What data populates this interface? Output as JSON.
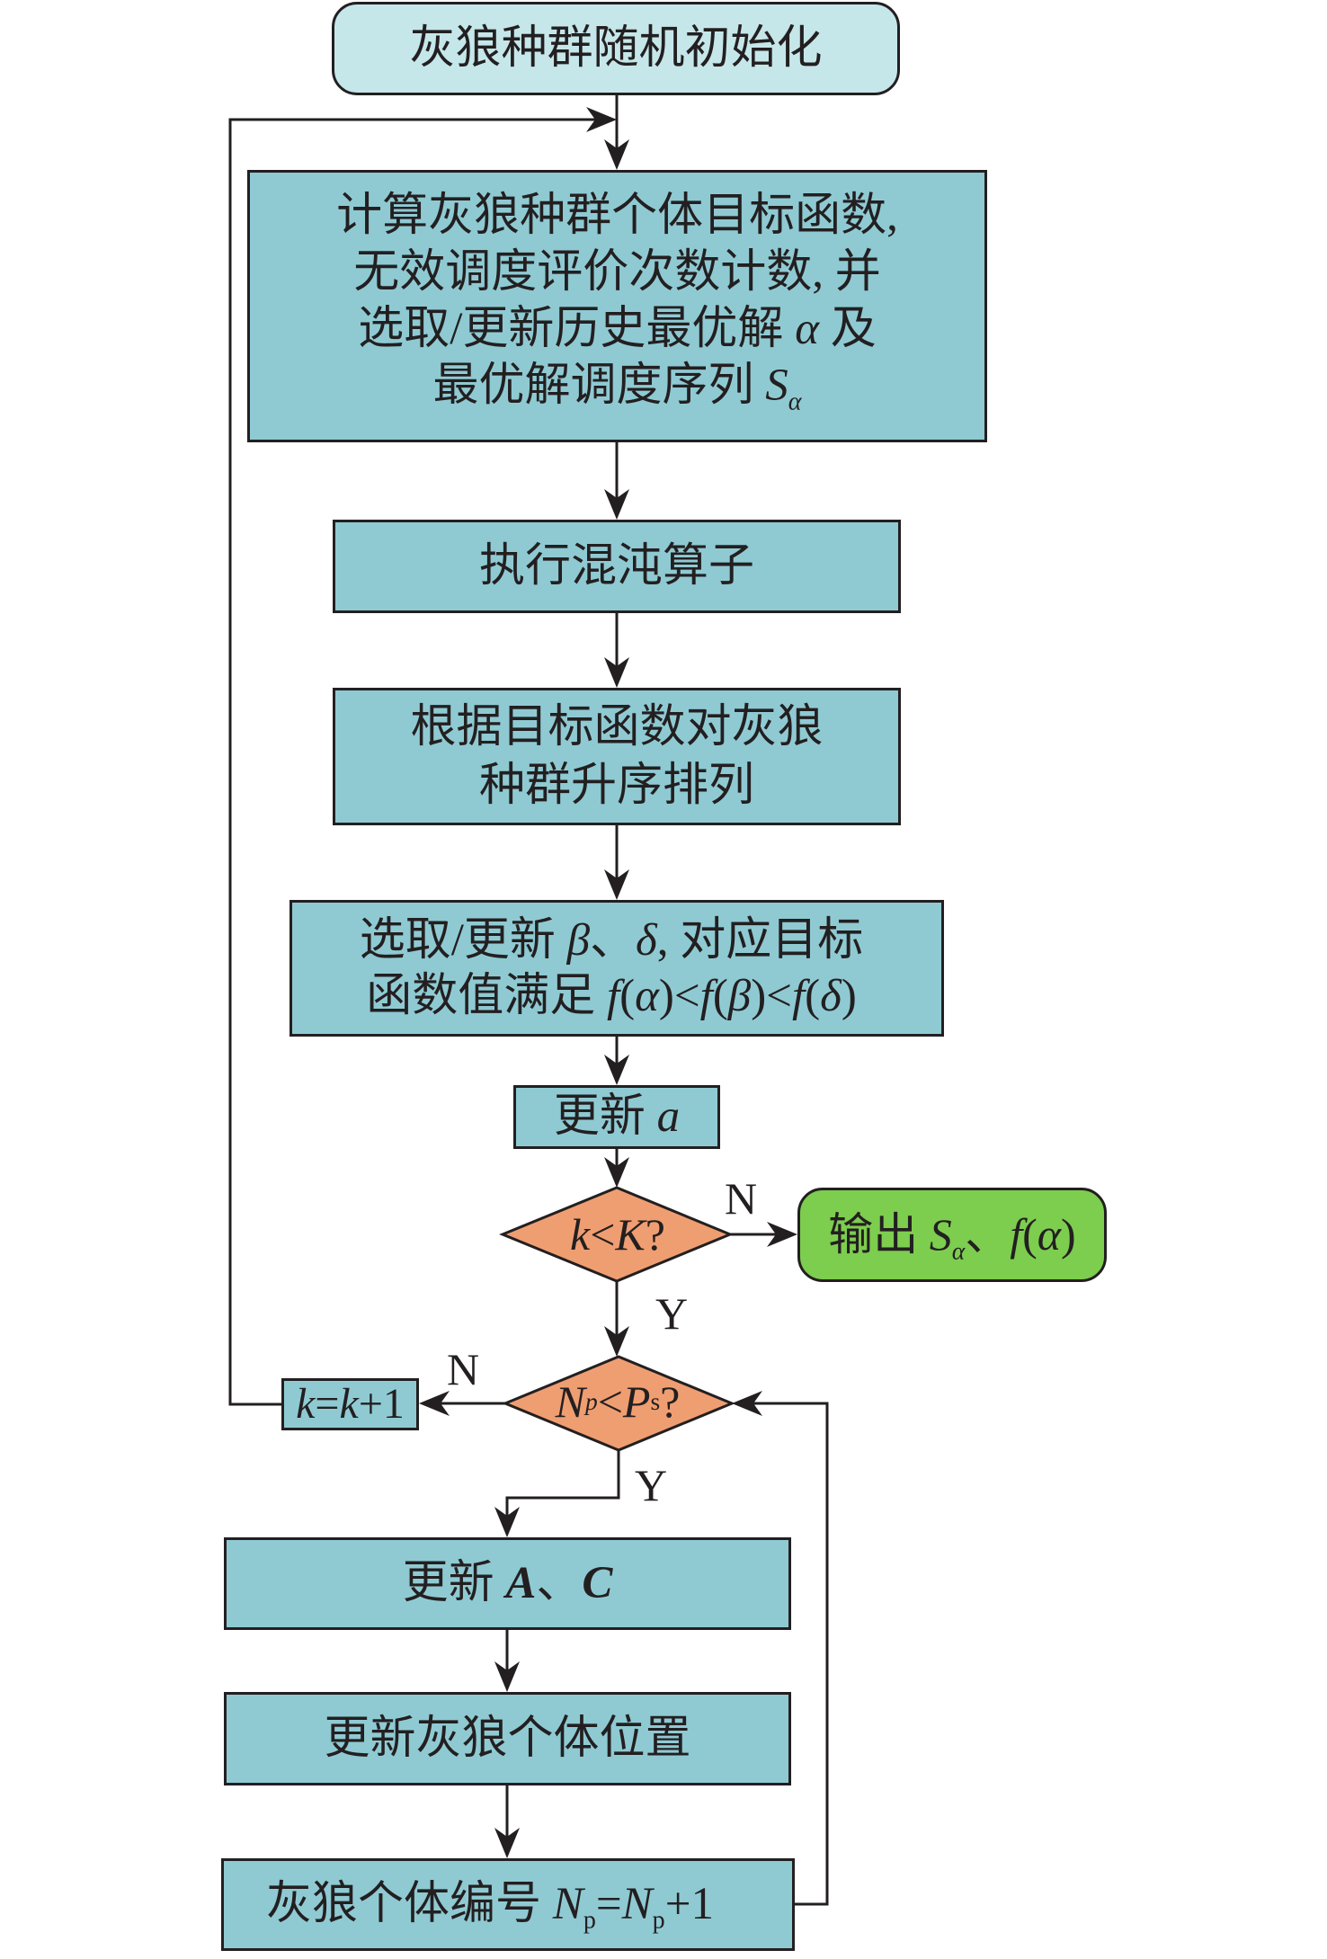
{
  "colors": {
    "process_fill": "#8fcad3",
    "start_fill": "#c5e7ea",
    "decision_fill": "#ef9e72",
    "end_fill": "#7dcd4f",
    "stroke": "#231f20"
  },
  "flowchart": {
    "init": {
      "text": "灰狼种群随机初始化"
    },
    "evaluate": {
      "line1": "计算灰狼种群个体目标函数,",
      "line2": "无效调度评价次数计数, 并",
      "line3": [
        "选取/更新历史最优解 ",
        "α",
        " 及"
      ],
      "line4": [
        "最优解调度序列 ",
        "S",
        "α"
      ]
    },
    "chaos": {
      "text": "执行混沌算子"
    },
    "sort": {
      "line1": "根据目标函数对灰狼",
      "line2": "种群升序排列"
    },
    "leaders": {
      "line1": [
        "选取/更新 ",
        "β",
        "、",
        "δ",
        ", 对应目标"
      ],
      "line2": [
        "函数值满足 ",
        "f",
        "(",
        "α",
        ")<",
        "f",
        "(",
        "β",
        ")<",
        "f",
        "(",
        "δ",
        ")"
      ]
    },
    "update_a": [
      "更新 ",
      "a"
    ],
    "decision_iter": [
      "k",
      "<",
      "K",
      "?"
    ],
    "output": [
      "输出 ",
      "S",
      "α",
      "、",
      "f",
      "(",
      "α",
      ")"
    ],
    "decision_pop": [
      "N",
      "p",
      "<",
      "P",
      "s",
      "?"
    ],
    "increment_k": [
      "k",
      "=",
      "k",
      "+1"
    ],
    "update_AC": [
      "更新 ",
      "A",
      "、",
      "C"
    ],
    "update_position": {
      "text": "更新灰狼个体位置"
    },
    "increment_np": [
      "灰狼个体编号 ",
      "N",
      "p",
      "=",
      "N",
      "p",
      "+1"
    ],
    "edge_labels": {
      "iter_no": "N",
      "iter_yes": "Y",
      "pop_no": "N",
      "pop_yes": "Y"
    }
  }
}
